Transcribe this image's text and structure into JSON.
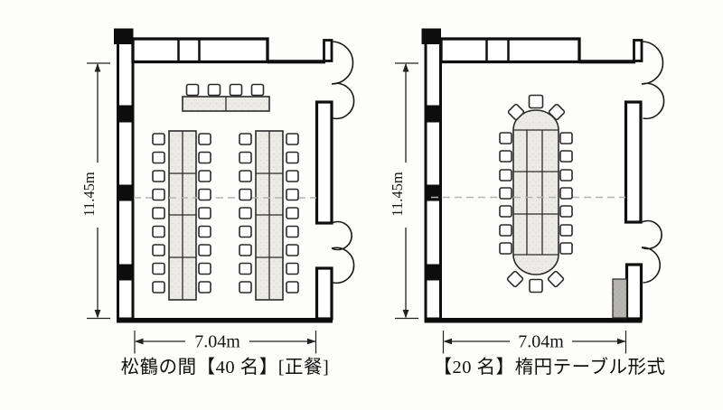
{
  "page": {
    "background": "#fdfdfc",
    "type": "banquet-room-floor-plans"
  },
  "plans": {
    "left": {
      "caption": "松鶴の間【40 名】[正餐]",
      "room_name": "松鶴の間",
      "capacity": "40 名",
      "style": "正餐",
      "width_label": "7.04m",
      "height_label": "11.45m"
    },
    "right": {
      "caption": "【20 名】楕円テーブル形式",
      "capacity": "20 名",
      "style": "楕円テーブル形式",
      "width_label": "7.04m",
      "height_label": "11.45m"
    }
  },
  "colors": {
    "line": "#0f0f0f",
    "table_fill": "#eceae6",
    "table_dot": "#d7d3cc",
    "service_fill": "#b7b5b1",
    "partition_dash": "#b4b4b4",
    "paper": "#fdfdfc"
  }
}
